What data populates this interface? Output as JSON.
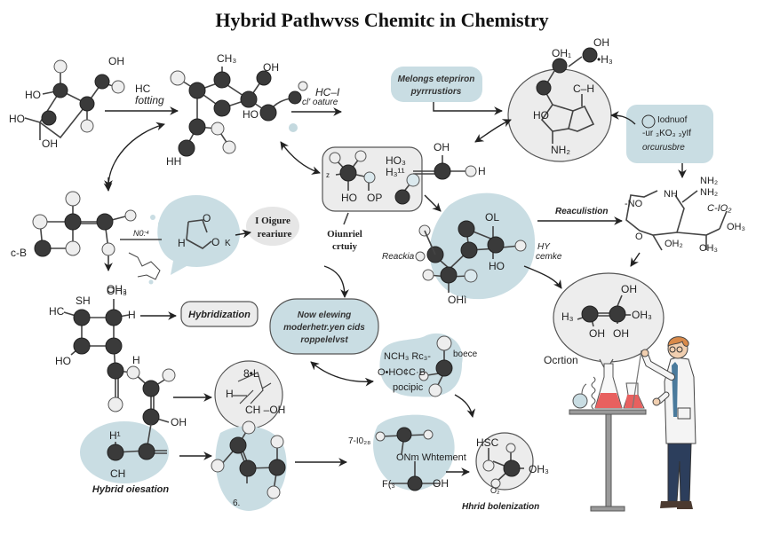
{
  "title": "Hybrid Pathwvss Chemitc in Chemistry",
  "colors": {
    "blob_blue": "#c9dde3",
    "bubble_grey": "#ececec",
    "atom_dark": "#3a3a3a",
    "atom_light": "#eeeeee",
    "flask_liquid": "#e8605f",
    "coat": "#f4f4f4",
    "pants": "#2c3e5c",
    "hair": "#d98a4a"
  },
  "molecules": {
    "m1": {
      "labels": [
        "OH",
        "HO",
        "HO",
        "OH"
      ]
    },
    "m2": {
      "labels": [
        "CH₃",
        "OH",
        "HO",
        "HH"
      ]
    },
    "m3": {
      "labels": [
        "OH₁",
        "OH",
        "•H₃",
        "C–H",
        "HO",
        "NH₂"
      ]
    },
    "m4": {
      "labels": [
        "c-B",
        "OH₃"
      ]
    },
    "m5": {
      "labels": [
        "H",
        "O",
        "O",
        "K"
      ]
    },
    "m6": {
      "labels": [
        "z",
        "HO",
        "OP",
        "HO₃",
        "H₃¹¹",
        "OH",
        "H"
      ]
    },
    "m7": {
      "labels": [
        "OL",
        "HO",
        "OHì"
      ]
    },
    "m8": {
      "labels": [
        "NH₂",
        "NH",
        "NH₂",
        "-NO",
        "O",
        "OH₂",
        "C-IO₂",
        "OH₃",
        "OH₃"
      ]
    },
    "m9": {
      "labels": [
        "HC",
        "SH",
        "OH₃",
        "H",
        "HO",
        "H"
      ]
    },
    "m10": {
      "labels": [
        "OH"
      ]
    },
    "m11": {
      "labels": [
        "8•L",
        "H",
        "CH –OH"
      ]
    },
    "m12": {
      "labels": [
        "H¹",
        "CH"
      ]
    },
    "m13": {
      "labels": [
        "6."
      ]
    },
    "m14": {
      "labels": [
        "NCH₃ Rc₃-",
        "O•HO¢C·B",
        "boece"
      ]
    },
    "m15": {
      "labels": [
        "7-I0₂₈",
        "F(₃",
        "OH"
      ]
    },
    "m16": {
      "labels": [
        "HSC",
        "OH₃",
        "O₂"
      ]
    },
    "m17": {
      "labels": [
        "OH",
        "H₃",
        "OH₃",
        "OH",
        "OH"
      ]
    }
  },
  "annotations": {
    "hc_fotting": [
      "HC",
      "fotting"
    ],
    "hc_i": [
      "HC–I",
      "cl' oature"
    ],
    "melongs": [
      "Melongs etepriron",
      "pyrrrustiors"
    ],
    "iodnuof": [
      "Iodnuof",
      "-ur ₃KO₃ ₃yIf",
      "orcurusbre"
    ],
    "no_label": "N0:⁴",
    "oigure": [
      "I Oigure",
      "reariure"
    ],
    "oiunriel": [
      "Oiunriel",
      "crtuiy"
    ],
    "reackia": "Reackia",
    "reaculistion": "Reaculistion",
    "hy_cemke": [
      "HY",
      "cemke"
    ],
    "hybridization": "Hybridization",
    "now_elewing": [
      "Now elewing",
      "moderhetr.yen cids",
      "roppelelvst"
    ],
    "pocipic": "pocipic",
    "nm_whtement": "ONm Whtement",
    "hybrid_oiesation": "Hybrid oiesation",
    "hybrid_bolenization": "Hhrid bolenization",
    "ocrtion": "Ocrtion"
  }
}
